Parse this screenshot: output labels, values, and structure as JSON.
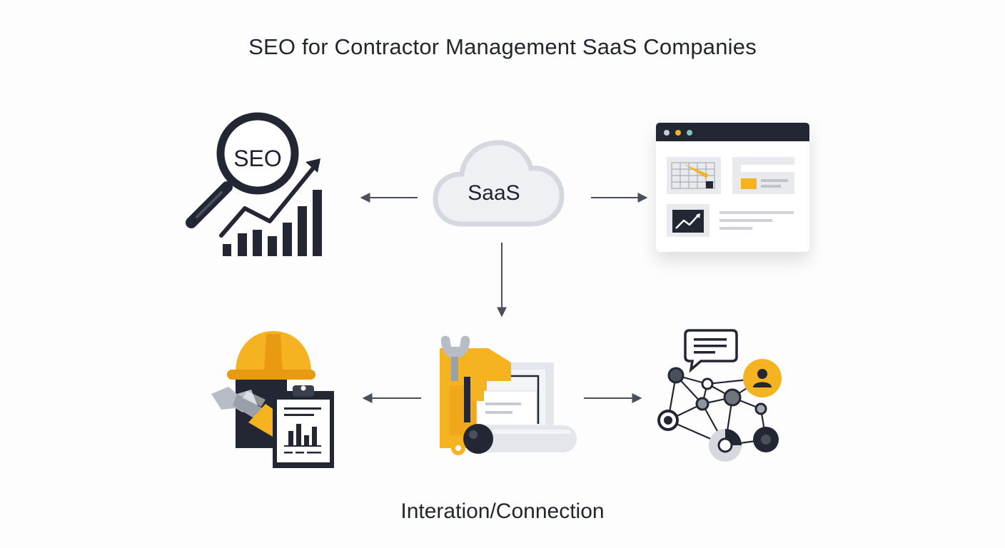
{
  "title": "SEO for Contractor Management SaaS Companies",
  "caption": "Interation/Connection",
  "nodes": {
    "seo": {
      "label": "SEO",
      "icon": "seo-magnifier-growth-icon"
    },
    "saas": {
      "label": "SaaS",
      "icon": "cloud-icon"
    },
    "dashboard": {
      "icon": "dashboard-window-icon"
    },
    "contractor": {
      "icon": "contractor-hardhat-clipboard-icon"
    },
    "tools": {
      "icon": "tools-blueprint-icon"
    },
    "network": {
      "icon": "network-connection-icon"
    }
  },
  "colors": {
    "dark": "#232733",
    "accent": "#f6b321",
    "accent_dark": "#e89a12",
    "light_gray": "#e3e6ea",
    "arrow": "#4a4f5c"
  }
}
